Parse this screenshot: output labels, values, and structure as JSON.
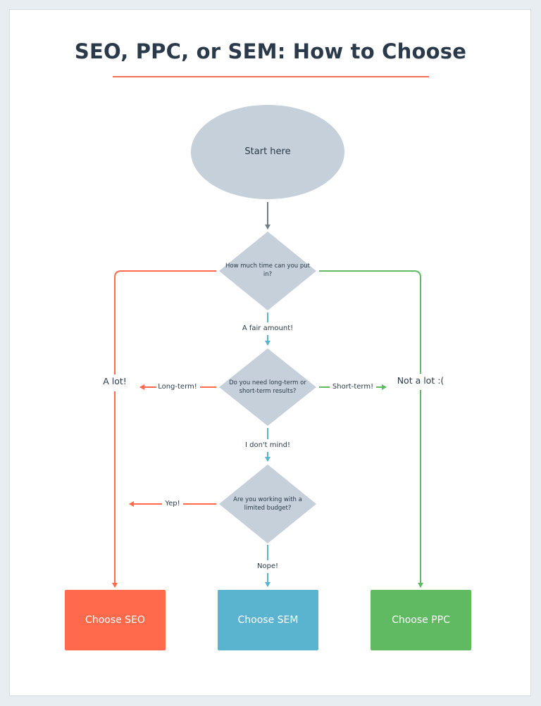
{
  "title": "SEO, PPC, or SEM: How to Choose",
  "nodes": {
    "start": "Start here",
    "q_time": "How much time can you put in?",
    "q_term": "Do you need long-term or short-term results?",
    "q_budget": "Are you working with a limited budget?"
  },
  "edges": {
    "fair_amount": "A fair amount!",
    "a_lot": "A lot!",
    "not_a_lot": "Not a lot :(",
    "long_term": "Long-term!",
    "short_term": "Short-term!",
    "dont_mind": "I don't mind!",
    "yep": "Yep!",
    "nope": "Nope!"
  },
  "outcomes": {
    "seo": "Choose SEO",
    "sem": "Choose SEM",
    "ppc": "Choose PPC"
  },
  "colors": {
    "seo": "#ff6a4d",
    "sem": "#5ab3cf",
    "ppc": "#5fba62",
    "node": "#c5d0da",
    "start_arrow": "#6f7e8c",
    "text": "#2b3a4a",
    "rule": "#f27058"
  }
}
